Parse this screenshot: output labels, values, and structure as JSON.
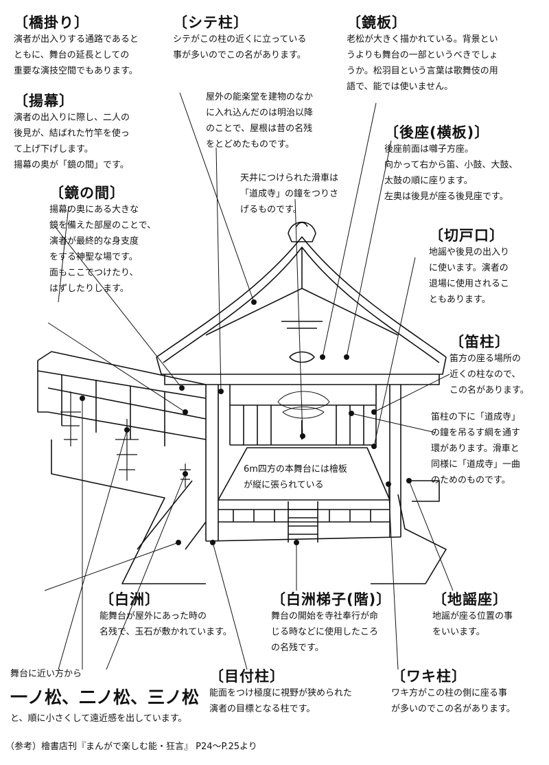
{
  "labels": {
    "hashigakari": {
      "title": "〔橋掛り〕",
      "lines": [
        "演者が出入りする通路であると",
        "ともに、舞台の延長としての",
        "重要な演技空間でもあります。"
      ]
    },
    "shitebashira": {
      "title": "〔シテ柱〕",
      "lines": [
        "シテがこの柱の近くに立っている",
        "事が多いのでこの名があります。"
      ]
    },
    "kagamiita": {
      "title": "〔鏡板〕",
      "lines": [
        "老松が大きく描かれている。背景とい",
        "うよりも舞台の一部というべきでしょ",
        "うか。松羽目という言葉は歌舞伎の用",
        "語で、能では使いません。"
      ]
    },
    "agemaku": {
      "title": "〔揚幕〕",
      "lines": [
        "演者の出入りに際し、二人の",
        "後見が、結ばれた竹竿を使っ",
        "て上げ下げします。",
        "揚幕の奥が「鏡の間」です。"
      ]
    },
    "note_roof": {
      "lines": [
        "屋外の能楽堂を建物のなか",
        "に入れ込んだのは明治以降",
        "のことで、屋根は昔の名残",
        "をとどめたものです。"
      ]
    },
    "atoza": {
      "title": "〔後座(横板)〕",
      "lines": [
        "後座前面は囃子方座。",
        "向かって右から笛、小鼓、大鼓、",
        "太鼓の順に座ります。",
        "左奥は後見が座る後見座です。"
      ]
    },
    "note_bell": {
      "lines": [
        "天井につけられた滑車は",
        "「道成寺」の鐘をつりさ",
        "げるものです。"
      ]
    },
    "kagaminoma": {
      "title": "〔鏡の間〕",
      "lines": [
        "揚幕の奥にある大きな",
        "鏡を備えた部屋のことで、",
        "演者が最終的な身支度",
        "をする神聖な場です。",
        "面もここでつけたり、",
        "はずしたりします。"
      ]
    },
    "kiridoguchi": {
      "title": "〔切戸口〕",
      "lines": [
        "地謡や後見の出入り",
        "に使います。演者の",
        "退場に使用されるこ",
        "ともあります。"
      ]
    },
    "fuebashira": {
      "title": "〔笛柱〕",
      "lines": [
        "笛方の座る場所の",
        "近くの柱なので、",
        "この名があります。"
      ]
    },
    "note_ring": {
      "lines": [
        "笛柱の下に「道成寺」",
        "の鐘を吊るす綱を通す",
        "環があります。滑車と",
        "同様に「道成寺」一曲",
        "のためのものです。"
      ]
    },
    "note_stage": {
      "lines": [
        "6m四方の本舞台には檜板",
        "が縦に張られている"
      ]
    },
    "shirasu": {
      "title": "〔白洲〕",
      "lines": [
        "能舞台が屋外にあった時の",
        "名残で、玉石が敷かれています。"
      ]
    },
    "shirasubashigo": {
      "title": "〔白洲梯子(階)〕",
      "lines": [
        "舞台の開始を寺社奉行が命",
        "じる時などに使用したころ",
        "の名残です。"
      ]
    },
    "jiutaiza": {
      "title": "〔地謡座〕",
      "lines": [
        "地謡が座る位置の事",
        "をいいます。"
      ]
    },
    "pines": {
      "intro": "舞台に近い方から",
      "big": "一ノ松、二ノ松、三ノ松",
      "outro": "と、順に小さくして遠近感を出しています。"
    },
    "metsukebashira": {
      "title": "〔目付柱〕",
      "lines": [
        "能面をつけ極度に視野が狭められた",
        "演者の目標となる柱です。"
      ]
    },
    "wakibashira": {
      "title": "〔ワキ柱〕",
      "lines": [
        "ワキ方がこの柱の側に座る事",
        "が多いのでこの名があります。"
      ]
    }
  },
  "reference": "（参考）檜書店刊『まんがで楽しむ能・狂言』 P24～P.25より"
}
